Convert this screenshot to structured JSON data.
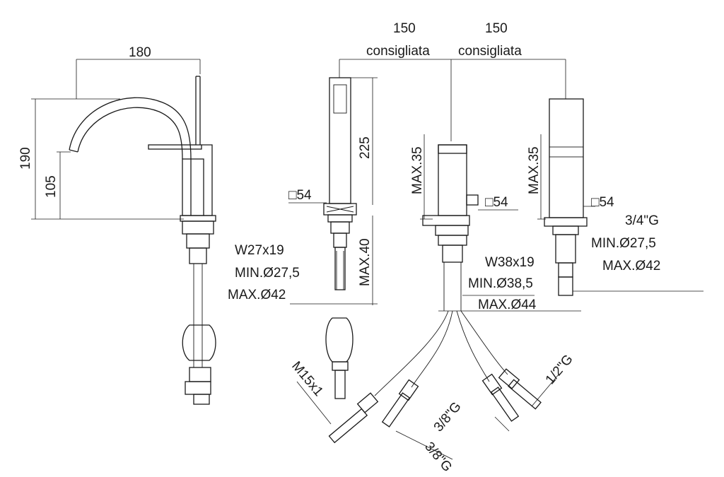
{
  "dims": {
    "d180": "180",
    "d190": "190",
    "d105": "105",
    "d225": "225",
    "d150a": "150",
    "d150b": "150",
    "consigliata_a": "consigliata",
    "consigliata_b": "consigliata",
    "max35_a": "MAX.35",
    "max35_b": "MAX.35",
    "max40": "MAX.40",
    "sq54_a": "□54",
    "sq54_b": "□54",
    "sq54_c": "□54",
    "w27": "W27x19",
    "min275_a": "MIN.Ø27,5",
    "max42_a": "MAX.Ø42",
    "w38": "W38x19",
    "min385": "MIN.Ø38,5",
    "max44": "MAX.Ø44",
    "g34": "3/4\"G",
    "min275_b": "MIN.Ø27,5",
    "max42_b": "MAX.Ø42",
    "m15": "M15x1",
    "g38_a": "3/8\"G",
    "g38_b": "3/8\"G",
    "g12": "1/2\"G"
  }
}
